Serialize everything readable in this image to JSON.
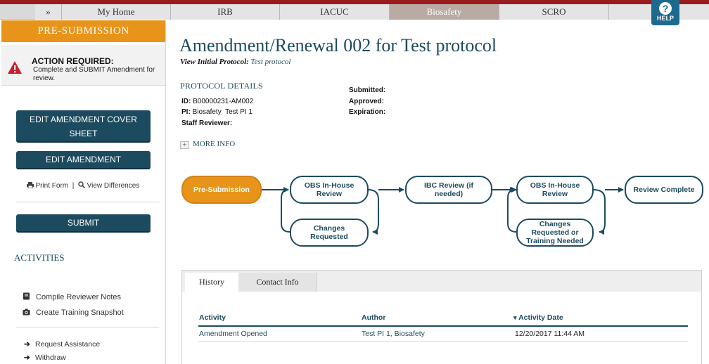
{
  "topnav": {
    "collapse_icon": "double-chevron-right-icon",
    "collapse_label": "»",
    "items": [
      {
        "label": "My Home"
      },
      {
        "label": "IRB"
      },
      {
        "label": "IACUC"
      },
      {
        "label": "Biosafety"
      },
      {
        "label": "SCRO"
      }
    ],
    "active": "Biosafety",
    "help_icon": "question-mark-icon",
    "help_glyph": "?",
    "help_label": "HELP"
  },
  "sidebar": {
    "state": "PRE-SUBMISSION",
    "action": {
      "icon": "warning-triangle-icon",
      "title": "ACTION REQUIRED:",
      "text": "Complete and SUBMIT Amendment for review."
    },
    "buttons": {
      "edit_cover": "EDIT AMENDMENT COVER SHEET",
      "edit_amendment": "EDIT AMENDMENT",
      "submit": "SUBMIT"
    },
    "print_form": "Print Form",
    "print_separator": "|",
    "view_differences": "View Differences",
    "activities_heading": "ACTIVITIES",
    "activities": [
      {
        "label": "Compile Reviewer Notes",
        "icon": "book-icon"
      },
      {
        "label": "Create Training Snapshot",
        "icon": "camera-icon"
      }
    ],
    "other_actions": [
      {
        "label": "Request Assistance",
        "icon": "arrow-right-icon"
      },
      {
        "label": "Withdraw",
        "icon": "arrow-right-icon"
      }
    ]
  },
  "main": {
    "title": "Amendment/Renewal 002 for Test protocol",
    "view_initial_label": "View Initial Protocol:",
    "view_initial_link": "Test protocol",
    "details_heading": "PROTOCOL DETAILS",
    "details": {
      "id_label": "ID:",
      "id_value": "B00000231-AM002",
      "pi_label": "PI:",
      "pi_value": "Biosafety  Test PI 1",
      "staff_label": "Staff Reviewer:",
      "staff_value": "",
      "submitted_label": "Submitted:",
      "submitted_value": "",
      "approved_label": "Approved:",
      "approved_value": "",
      "expiration_label": "Expiration:",
      "expiration_value": ""
    },
    "more_info_glyph": "+",
    "more_info": "MORE INFO",
    "workflow": {
      "colors": {
        "line": "#1c4b5f",
        "current": "#e8941a"
      },
      "nodes": [
        {
          "label": "Pre-Submission",
          "current": true
        },
        {
          "label": "OBS In-House Review"
        },
        {
          "label": "Changes Requested"
        },
        {
          "label": "IBC Review (if needed)"
        },
        {
          "label": "OBS In-House Review"
        },
        {
          "label": "Changes Requested or Training Needed"
        },
        {
          "label": "Review Complete"
        }
      ]
    },
    "tabs": [
      {
        "label": "History",
        "active": true
      },
      {
        "label": "Contact Info",
        "active": false
      }
    ],
    "history": {
      "columns": [
        "Activity",
        "Author",
        "Activity Date"
      ],
      "sort_icon": "sort-down-icon",
      "sort_glyph": "▾",
      "rows": [
        {
          "activity": "Amendment Opened",
          "author": "Test PI 1, Biosafety",
          "date": "12/20/2017 11:44 AM"
        }
      ]
    }
  }
}
